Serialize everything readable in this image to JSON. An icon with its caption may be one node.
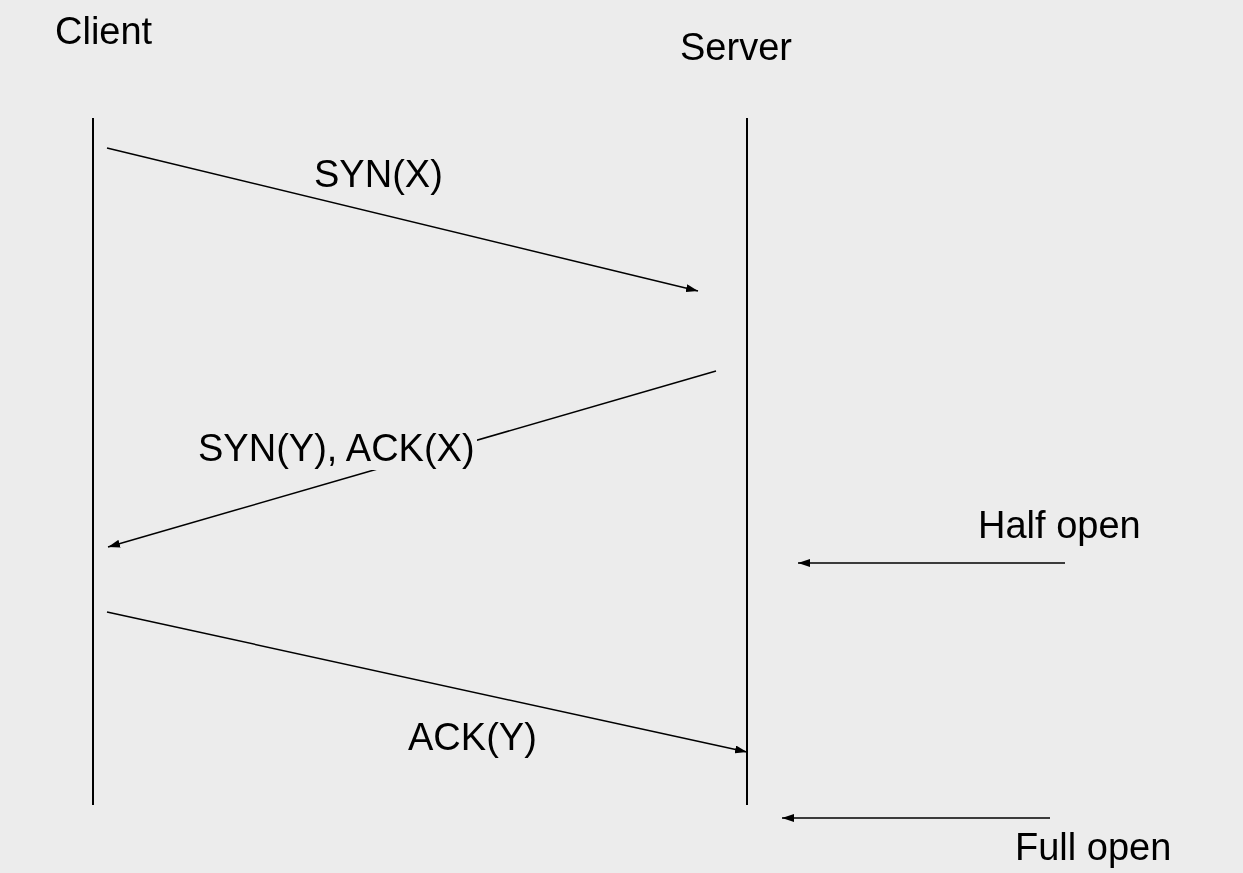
{
  "diagram": {
    "nodes": [
      {
        "text": [
          "Client"
        ]
      },
      {
        "text": [
          "Server"
        ]
      },
      {
        "text": [
          "Half open"
        ]
      },
      {
        "text": [
          "Full open"
        ]
      }
    ],
    "edges": [
      {
        "from": 0,
        "to": 1,
        "arrow": "to",
        "label": "SYN(X)"
      },
      {
        "from": 1,
        "to": 0,
        "arrow": "to",
        "label": "SYN(Y), ACK(X)"
      },
      {
        "from": 0,
        "to": 1,
        "arrow": "to",
        "label": "ACK(Y)"
      },
      {
        "from": 2,
        "to": 1,
        "arrow": "to"
      },
      {
        "from": 3,
        "to": 1,
        "arrow": "to"
      }
    ]
  }
}
